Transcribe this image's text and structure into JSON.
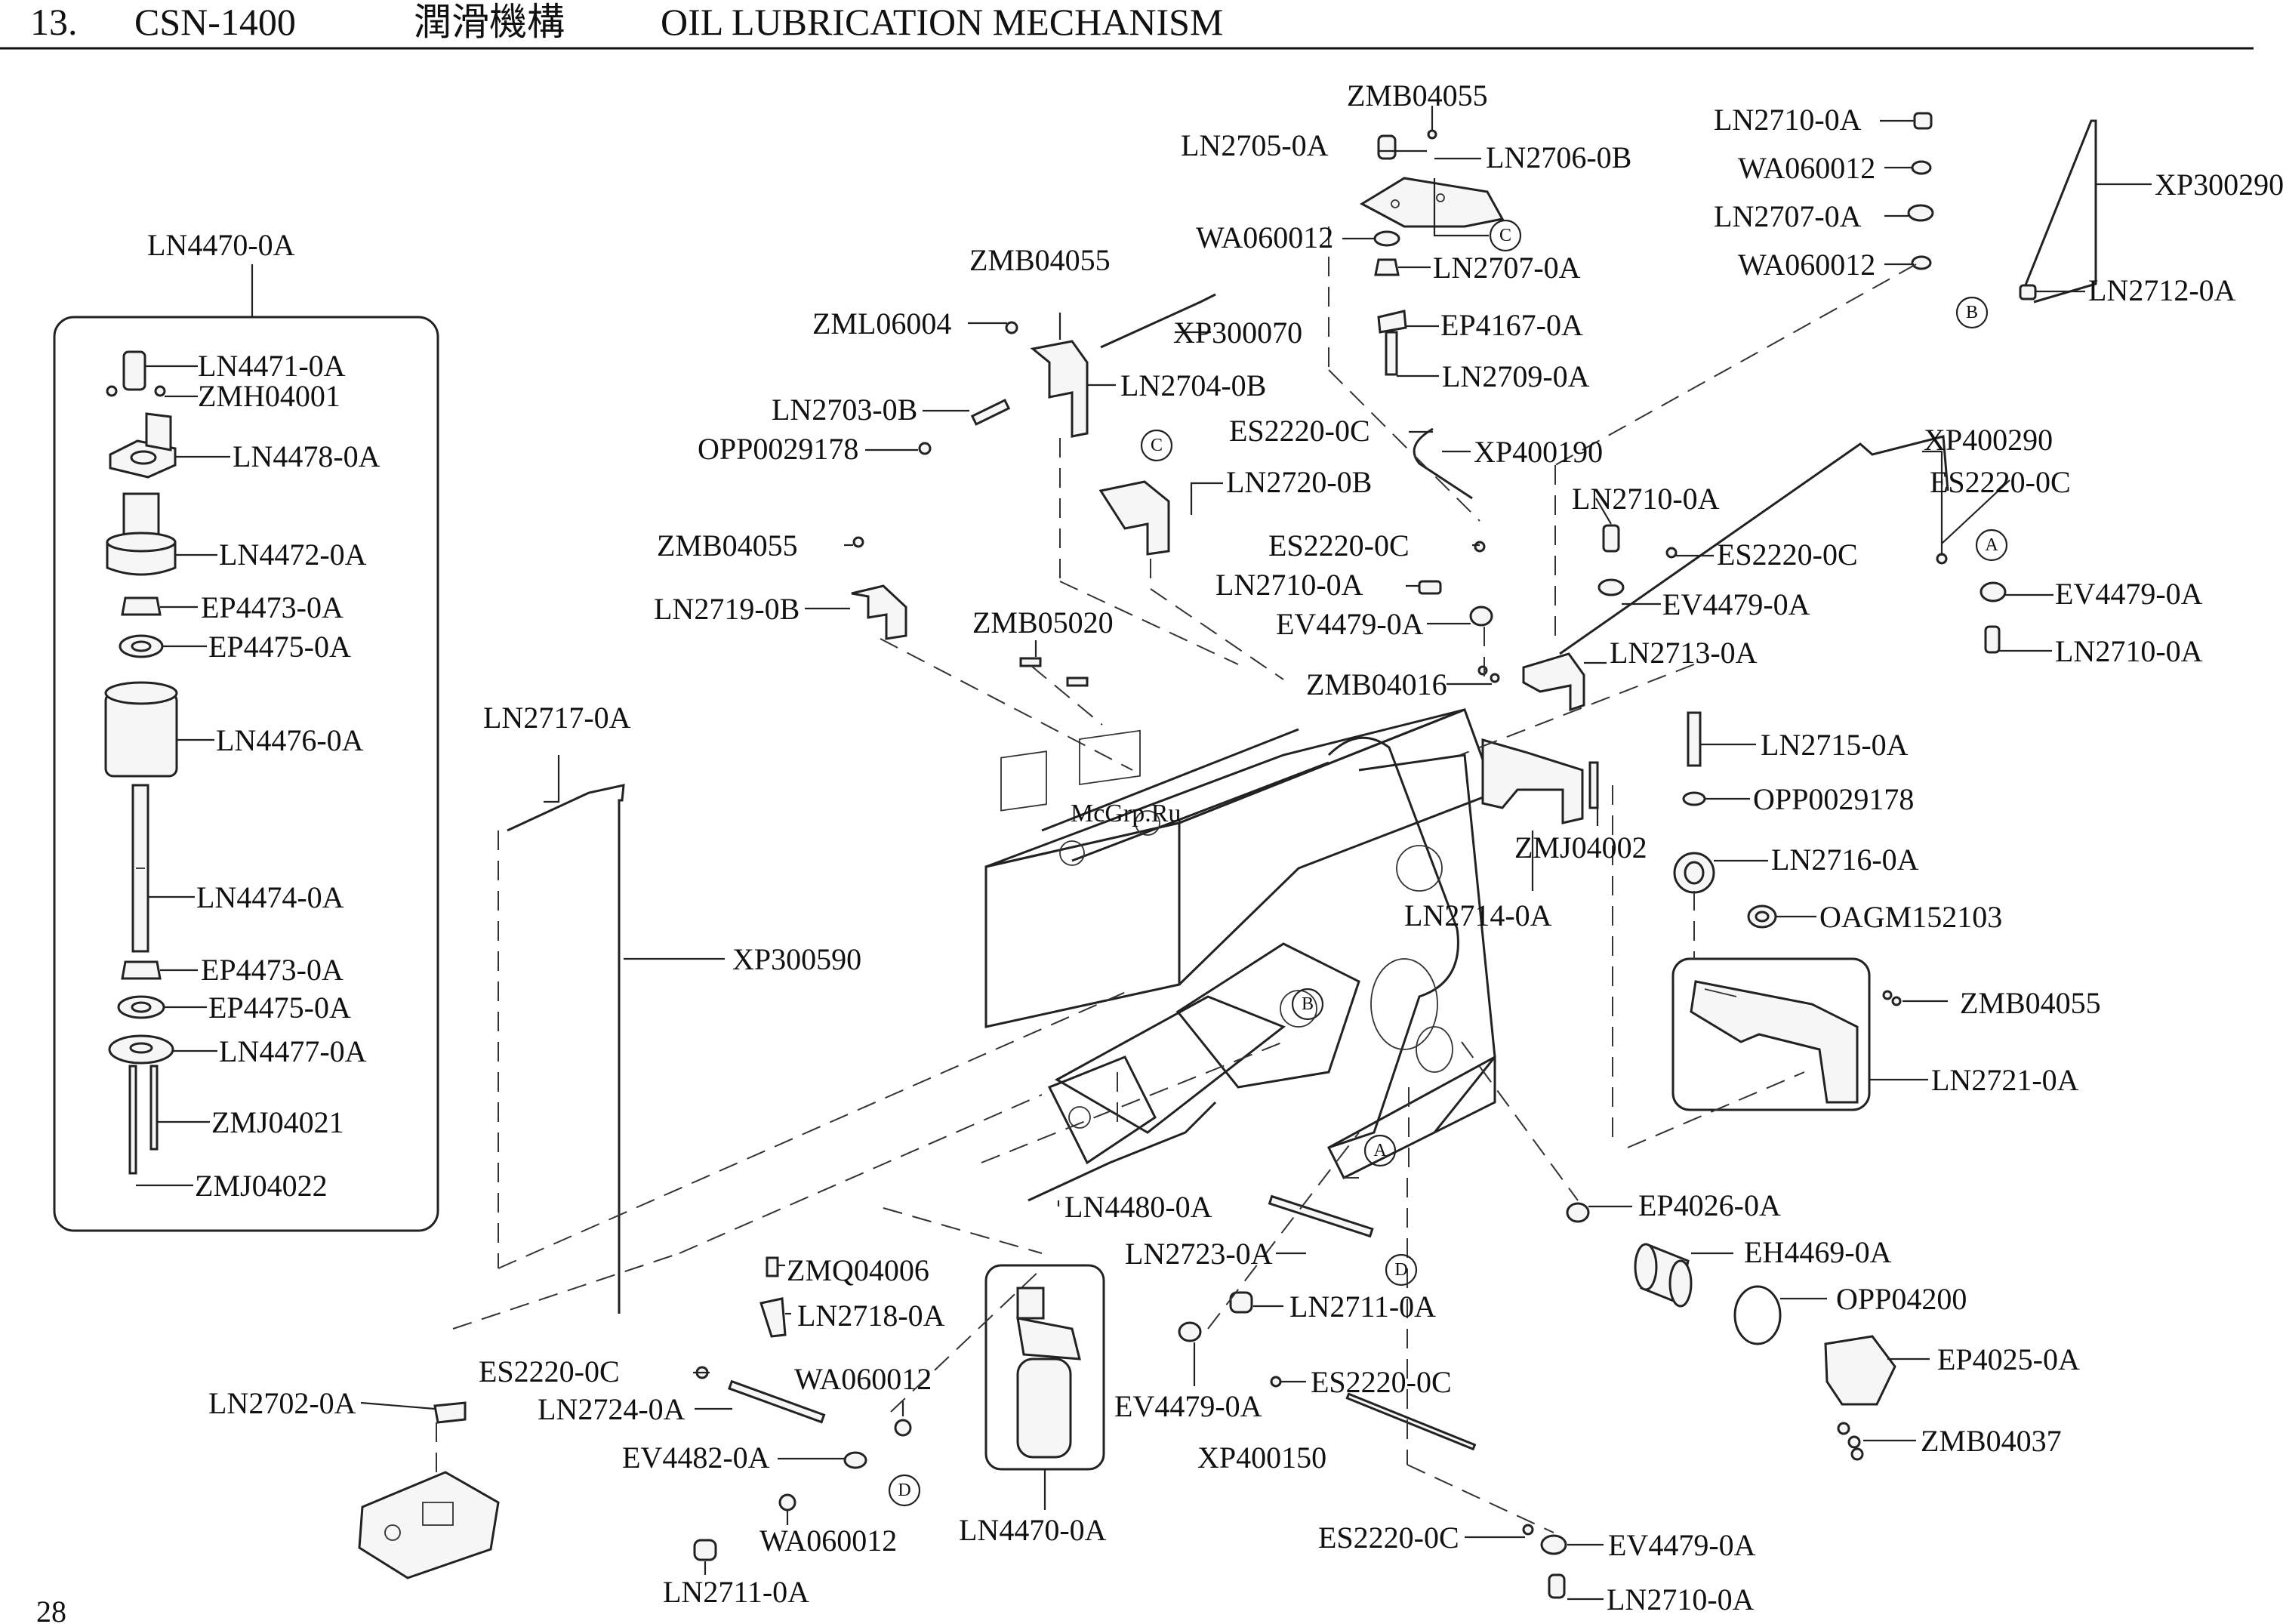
{
  "header": {
    "section_no": "13.",
    "model": "CSN-1400",
    "title_cjk": "潤滑機構",
    "title_en": "OIL LUBRICATION MECHANISM"
  },
  "page_number": "28",
  "watermark": "McGrp.Ru",
  "parts": [
    "LN4470-0A",
    "LN4471-0A",
    "ZMH04001",
    "LN4478-0A",
    "LN4472-0A",
    "EP4473-0A",
    "EP4475-0A",
    "LN4476-0A",
    "LN4474-0A",
    "EP4473-0A",
    "EP4475-0A",
    "LN4477-0A",
    "ZMJ04021",
    "ZMJ04022",
    "ZMB04055",
    "LN2705-0A",
    "LN2706-0B",
    "WA060012",
    "LN2707-0A",
    "EP4167-0A",
    "LN2709-0A",
    "LN2710-0A",
    "WA060012",
    "LN2707-0A",
    "WA060012",
    "XP300290",
    "LN2712-0A",
    "ZMB04055",
    "ZML06004",
    "XP300070",
    "LN2703-0B",
    "LN2704-0B",
    "OPP0029178",
    "ES2220-0C",
    "XP400190",
    "LN2720-0B",
    "XP400290",
    "ES2220-0C",
    "LN2710-0A",
    "ES2220-0C",
    "ES2220-0C",
    "LN2710-0A",
    "EV4479-0A",
    "EV4479-0A",
    "EV4479-0A",
    "LN2710-0A",
    "ZMB04055",
    "LN2719-0B",
    "ZMB05020",
    "LN2713-0A",
    "ZMB04016",
    "LN2717-0A",
    "LN2715-0A",
    "OPP0029178",
    "ZMJ04002",
    "LN2716-0A",
    "LN2714-0A",
    "OAGM152103",
    "XP300590",
    "ZMB04055",
    "LN2721-0A",
    "EP4026-0A",
    "LN4480-0A",
    "LN2723-0A",
    "EH4469-0A",
    "ZMQ04006",
    "OPP04200",
    "LN2718-0A",
    "LN2711-0A",
    "EP4025-0A",
    "ES2220-0C",
    "WA060012",
    "LN2702-0A",
    "LN2724-0A",
    "EV4479-0A",
    "ES2220-0C",
    "ZMB04037",
    "EV4482-0A",
    "XP400150",
    "WA060012",
    "LN4470-0A",
    "ES2220-0C",
    "EV4479-0A",
    "LN2711-0A",
    "LN2710-0A"
  ],
  "refs": [
    "C",
    "B",
    "C",
    "A",
    "B",
    "A",
    "D",
    "D"
  ]
}
